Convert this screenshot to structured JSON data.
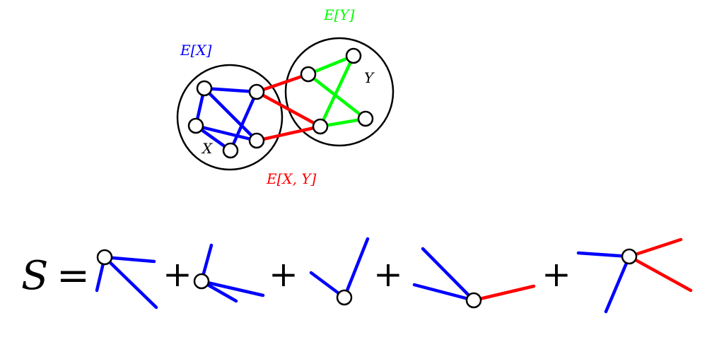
{
  "labels": {
    "ex": "E[X]",
    "ey": "E[Y]",
    "exy": "E[X, Y]",
    "x": "X",
    "y": "Y",
    "s": "S",
    "equals": "=",
    "plus": "+"
  },
  "colors": {
    "blue": "#0000ff",
    "green": "#00ff00",
    "red": "#ff0000",
    "black": "#000000"
  }
}
